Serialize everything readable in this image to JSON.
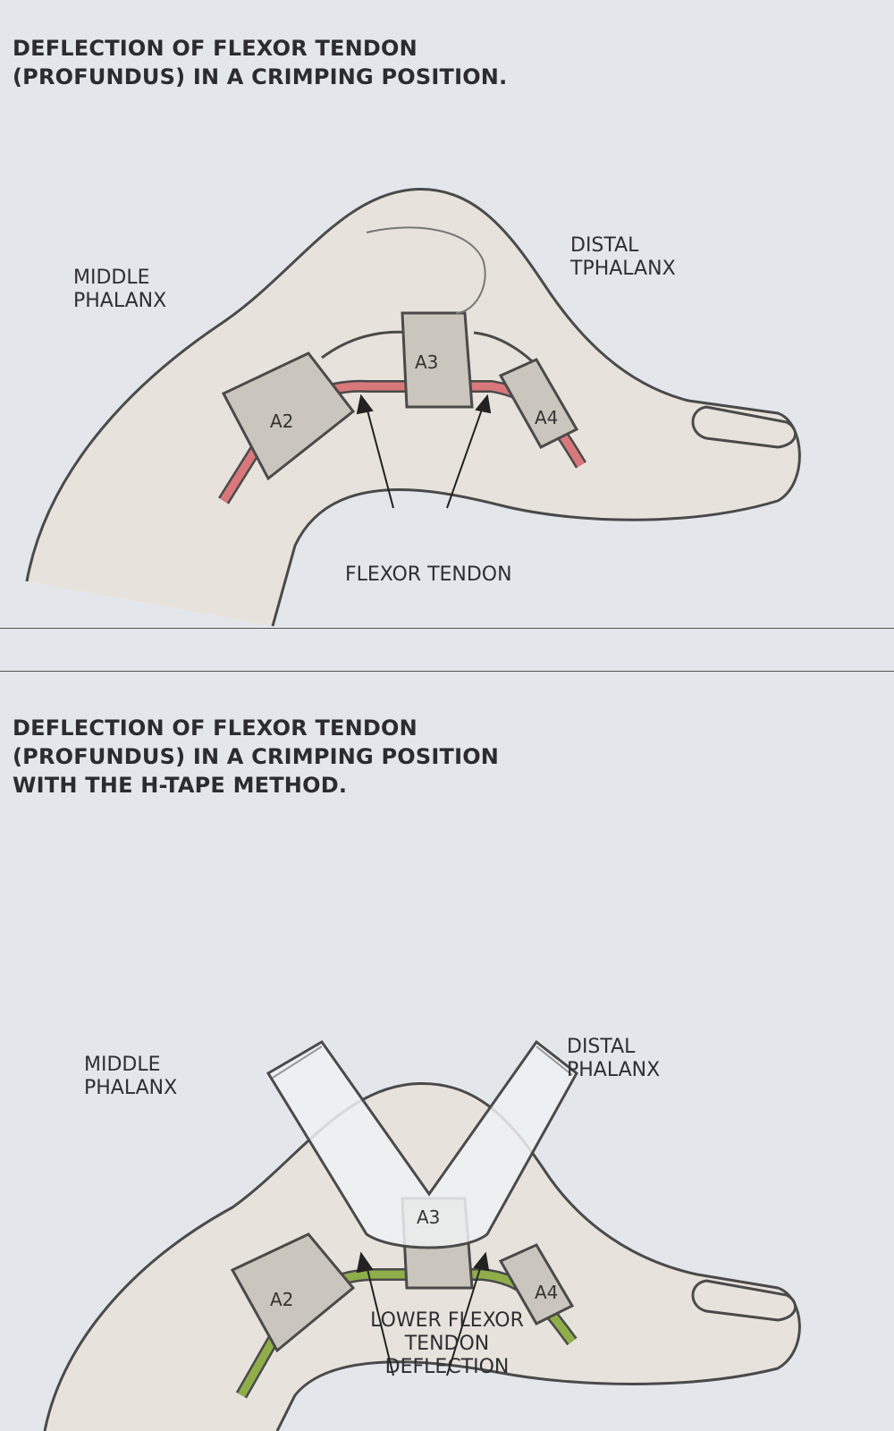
{
  "top": {
    "title_lines": [
      "DEFLECTION OF FLEXOR TENDON",
      "(PROFUNDUS) IN A CRIMPING POSITION."
    ],
    "labels": {
      "middle_phalanx": [
        "MIDDLE",
        "PHALANX"
      ],
      "distal_phalanx": [
        "DISTAL",
        "TPHALANX"
      ],
      "flexor_tendon": "FLEXOR TENDON",
      "pulleys": [
        "A2",
        "A3",
        "A4"
      ]
    },
    "tendon_color": "#d9787a"
  },
  "bottom": {
    "title_lines": [
      "DEFLECTION OF FLEXOR TENDON",
      "(PROFUNDUS) IN A CRIMPING POSITION",
      "WITH THE H-TAPE METHOD."
    ],
    "labels": {
      "middle_phalanx": [
        "MIDDLE",
        "PHALANX"
      ],
      "distal_phalanx": [
        "DISTAL",
        "PHALANX"
      ],
      "deflection": [
        "LOWER FLEXOR",
        "TENDON",
        "DEFLECTION"
      ],
      "pulleys": [
        "A2",
        "A3",
        "A4"
      ]
    },
    "tendon_color": "#8fae4a"
  }
}
